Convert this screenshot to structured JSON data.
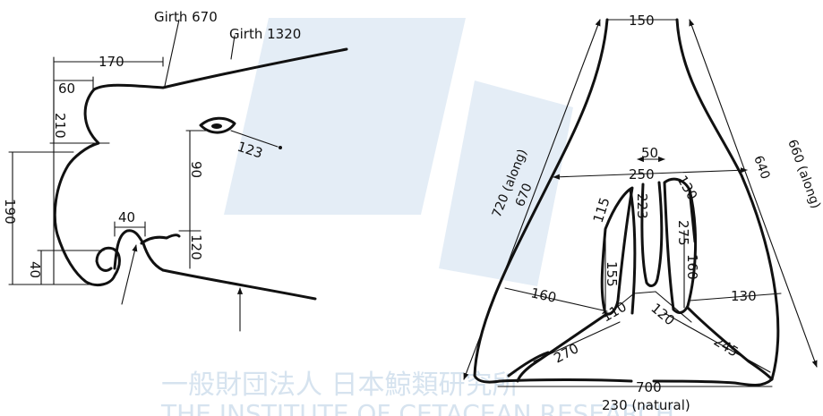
{
  "watermark": {
    "line1": "一般財団法人 日本鯨類研究所",
    "line2": "THE INSTITUTE OF CETACEAN RESEARCH",
    "color": "#d6e3ef"
  },
  "left_figure": {
    "labels": {
      "girth_670": "Girth 670",
      "girth_1320": "Girth 1320",
      "d170": "170",
      "d60": "60",
      "d210": "210",
      "d190_left": "190",
      "d40_bottom": "40",
      "d40_top": "40",
      "d90": "90",
      "d120": "120",
      "d123": "123"
    }
  },
  "right_figure": {
    "labels": {
      "d150": "150",
      "d50": "50",
      "d250": "250",
      "d720": "720 (along)",
      "d670": "670",
      "d660": "660 (along)",
      "d640": "640",
      "d115": "115",
      "d223": "223",
      "d130_top": "130",
      "d275": "275",
      "d160_inner": "160",
      "d155": "155",
      "d160_left": "160",
      "d110": "110",
      "d120": "120",
      "d130_right": "130",
      "d270": "270",
      "d245": "245",
      "d700": "700",
      "d230": "230 (natural)"
    }
  }
}
